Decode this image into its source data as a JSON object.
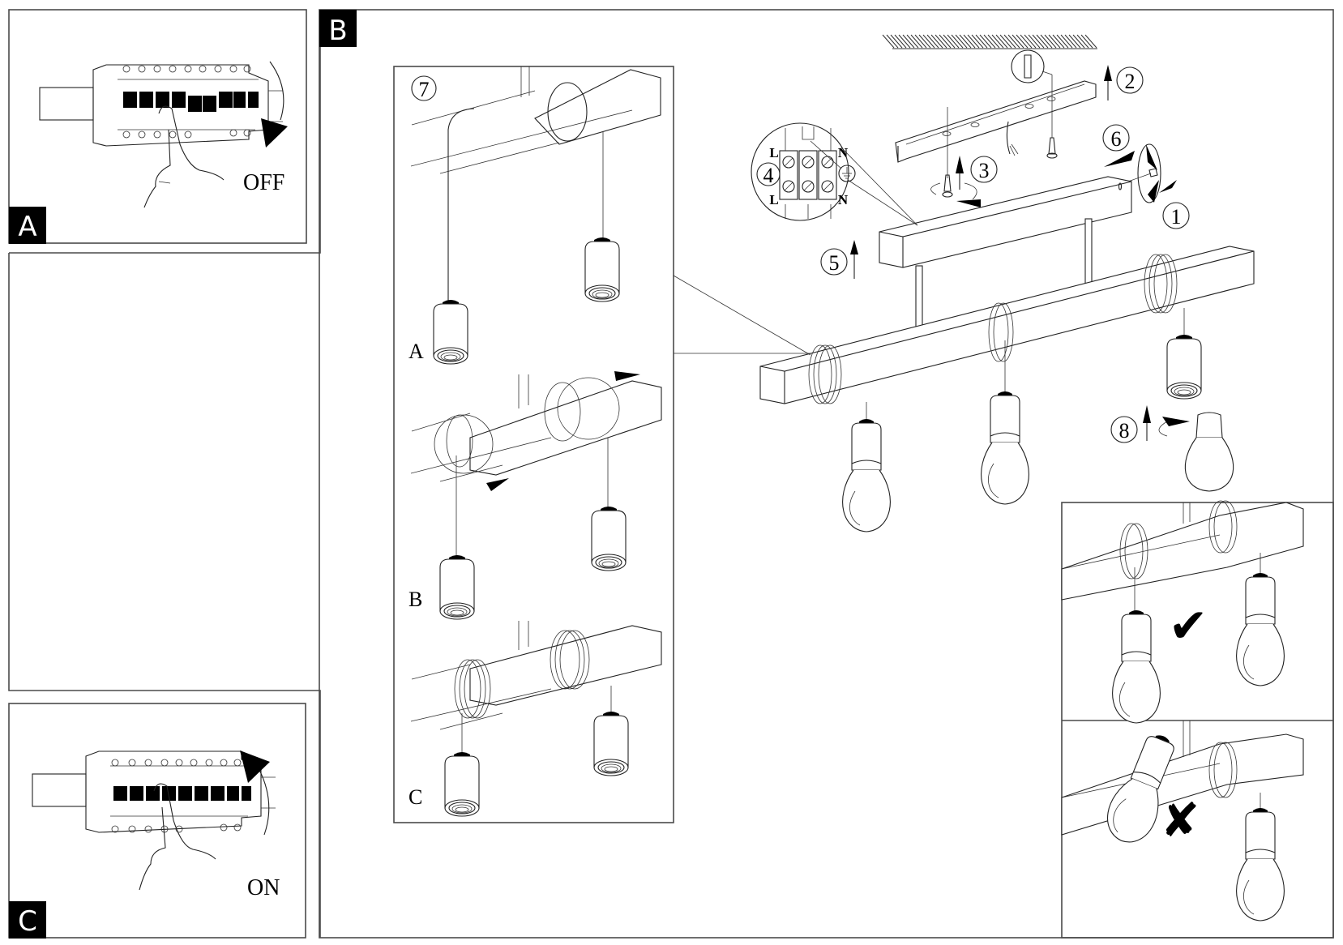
{
  "document": {
    "type": "assembly-instructions",
    "subject": "Pendant ceiling lamp bar with 3 wrapped-cable bulbs"
  },
  "panels": {
    "A": {
      "badge": "A",
      "state_label": "OFF",
      "description": "Switch circuit breaker off"
    },
    "B": {
      "badge": "B",
      "description": "Mounting and assembly steps"
    },
    "C": {
      "badge": "C",
      "state_label": "ON",
      "description": "Switch circuit breaker on"
    }
  },
  "steps": [
    {
      "number": "1",
      "glyph": "①"
    },
    {
      "number": "2",
      "glyph": "②"
    },
    {
      "number": "3",
      "glyph": "③"
    },
    {
      "number": "4",
      "glyph": "④"
    },
    {
      "number": "5",
      "glyph": "⑤"
    },
    {
      "number": "6",
      "glyph": "⑥"
    },
    {
      "number": "7",
      "glyph": "⑦"
    },
    {
      "number": "8",
      "glyph": "⑧"
    }
  ],
  "terminal_block": {
    "top_left": "L",
    "bottom_left": "L",
    "top_right": "N",
    "bottom_right": "N",
    "ground_symbol": "earth-ground"
  },
  "step7_substeps": [
    {
      "label": "A"
    },
    {
      "label": "B"
    },
    {
      "label": "C"
    }
  ],
  "result_insets": [
    {
      "verdict": "correct",
      "symbol": "✔"
    },
    {
      "verdict": "incorrect",
      "symbol": "✘"
    }
  ],
  "colors": {
    "ink": "#000000",
    "frame": "#4a4a4a",
    "badge_bg": "#000000",
    "badge_text": "#ffffff"
  }
}
